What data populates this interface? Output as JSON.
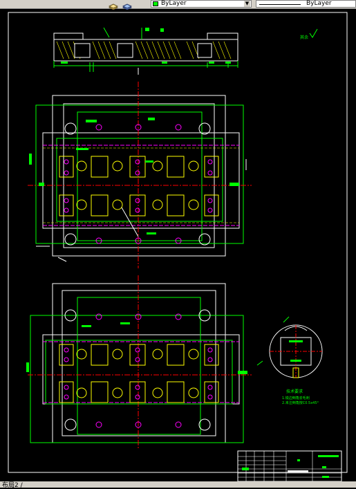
{
  "toolbar": {
    "layer_dropdown_value": "ByLayer",
    "linetype_dropdown_value": "ByLayer",
    "icons": [
      "layers-icon",
      "layer-states-icon"
    ]
  },
  "drawing": {
    "roughness_mark": "其余",
    "notes_title": "技术要求",
    "notes": [
      "1.锐边倒角去毛刺",
      "2.未注倒角按C0.5x45°"
    ]
  },
  "statusbar": {
    "layout_tab": "布局2 /"
  },
  "colors": {
    "background": "#000000",
    "outline": "#ffffff",
    "green": "#00ff00",
    "yellow": "#ffff00",
    "red": "#ff0000",
    "magenta": "#ff00ff"
  }
}
